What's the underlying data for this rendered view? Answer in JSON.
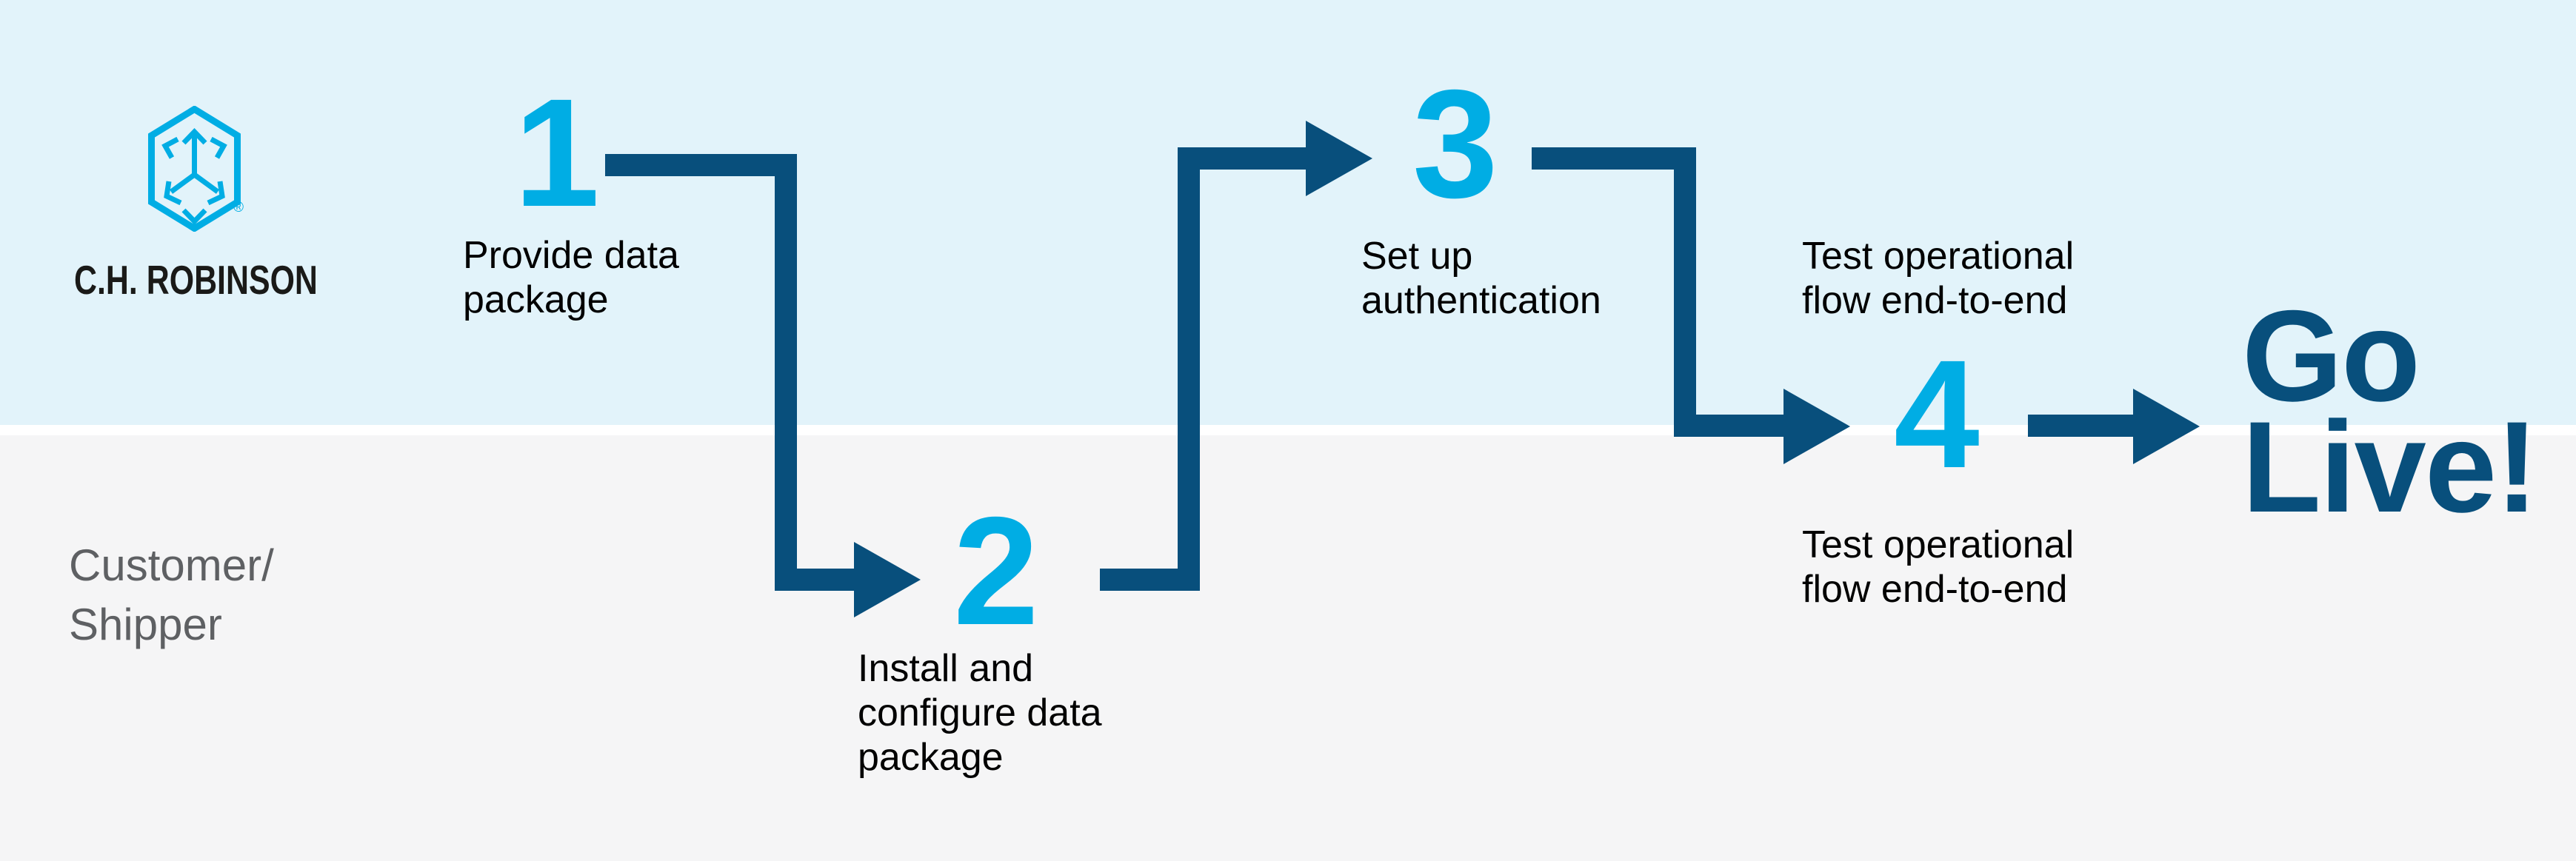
{
  "brand": {
    "name": "C.H. ROBINSON",
    "registered": "®"
  },
  "lanes": {
    "bottom_label": "Customer/\nShipper"
  },
  "steps": [
    {
      "number": "1",
      "caption": "Provide data\npackage"
    },
    {
      "number": "2",
      "caption": "Install and\nconfigure data\npackage"
    },
    {
      "number": "3",
      "caption": "Set up\nauthentication"
    },
    {
      "number": "4",
      "caption_above": "Test operational\nflow end-to-end",
      "caption_below": "Test operational\nflow end-to-end"
    }
  ],
  "finish": {
    "text": "Go\nLive!"
  },
  "colors": {
    "cyan": "#00ADE4",
    "navy": "#084F7C",
    "light_blue_band": "#E2F3FA",
    "gray_band": "#F5F5F6",
    "label_gray": "#5E6063",
    "text_black": "#000000",
    "logo_black": "#1A1A18"
  }
}
